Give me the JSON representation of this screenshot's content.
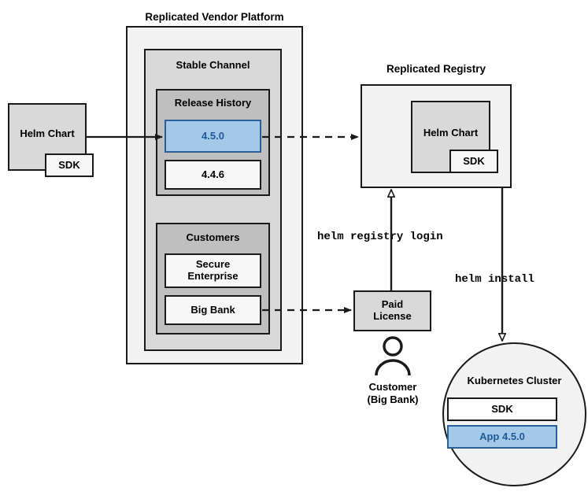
{
  "diagram": {
    "title_vendor_platform": "Replicated Vendor Platform",
    "title_registry": "Replicated Registry",
    "vendor_platform": {
      "stable_channel_label": "Stable Channel",
      "release_history": {
        "label": "Release History",
        "releases": [
          {
            "version": "4.5.0",
            "highlighted": true
          },
          {
            "version": "4.4.6",
            "highlighted": false
          }
        ]
      },
      "customers": {
        "label": "Customers",
        "items": [
          {
            "name": "Secure\nEnterprise"
          },
          {
            "name": "Big Bank"
          }
        ]
      }
    },
    "source_chart": {
      "label": "Helm Chart",
      "sdk_label": "SDK"
    },
    "registry": {
      "chart_label": "Helm Chart",
      "sdk_label": "SDK"
    },
    "paid_license": {
      "label": "Paid\nLicense"
    },
    "customer_actor": {
      "label": "Customer\n(Big Bank)",
      "icon": "person-icon"
    },
    "commands": {
      "registry_login": "helm registry login",
      "install": "helm install"
    },
    "cluster": {
      "label": "Kubernetes Cluster",
      "components": [
        {
          "name": "SDK",
          "highlighted": false
        },
        {
          "name": "App 4.5.0",
          "highlighted": true
        }
      ]
    },
    "colors": {
      "outer_fill": "#f2f2f2",
      "channel_fill": "#d9d9d9",
      "history_fill": "#bfbfbf",
      "box_fill": "#f7f7f7",
      "highlight_fill": "#a4c9e8",
      "highlight_border": "#2a6099",
      "highlight_text": "#1f5a96",
      "stroke": "#1a1a1a"
    }
  }
}
